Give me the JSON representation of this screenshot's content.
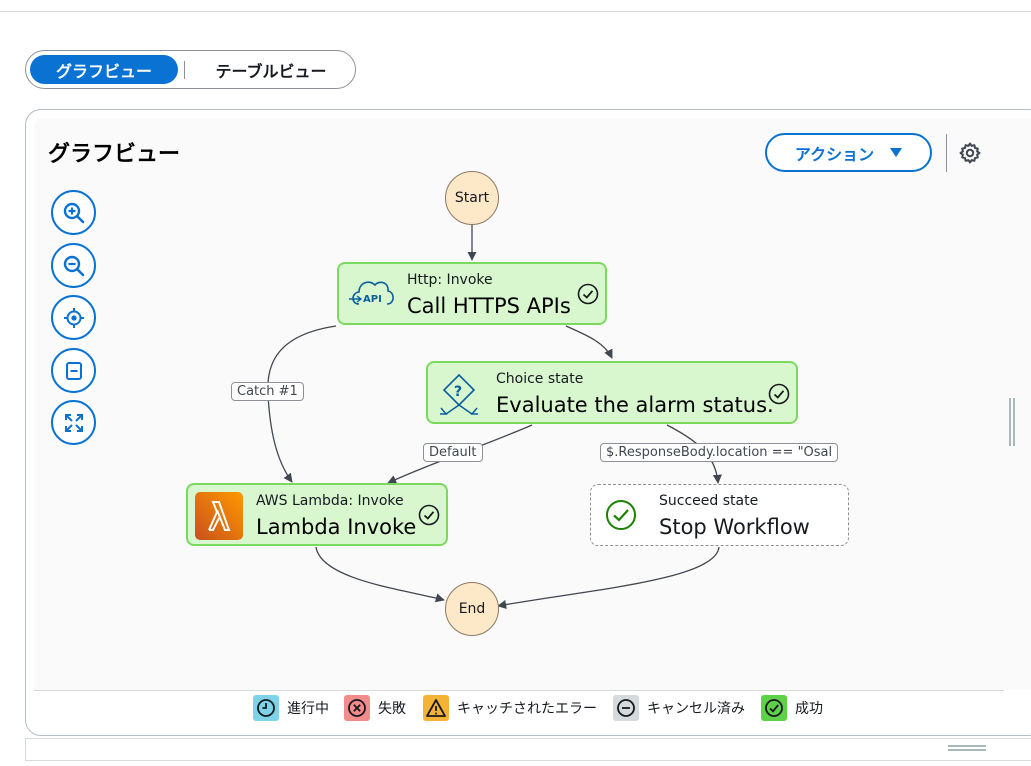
{
  "view_toggle": {
    "graph_label": "グラフビュー",
    "table_label": "テーブルビュー"
  },
  "panel": {
    "title": "グラフビュー",
    "action_label": "アクション"
  },
  "graph": {
    "start": "Start",
    "end": "End",
    "nodes": [
      {
        "kind": "Http: Invoke",
        "name": "Call HTTPS APIs",
        "icon": "api-cloud-icon"
      },
      {
        "kind": "Choice state",
        "name": "Evaluate the alarm status.",
        "icon": "choice-icon"
      },
      {
        "kind": "AWS Lambda: Invoke",
        "name": "Lambda Invoke",
        "icon": "lambda-icon"
      },
      {
        "kind": "Succeed state",
        "name": "Stop Workflow",
        "icon": "succeed-check-icon"
      }
    ],
    "edge_labels": {
      "catch": "Catch #1",
      "default": "Default",
      "condition": "$.ResponseBody.location == \"Osal"
    }
  },
  "legend": [
    {
      "label": "進行中",
      "color": "#7fd3e8",
      "icon": "clock-icon"
    },
    {
      "label": "失敗",
      "color": "#f28b8b",
      "icon": "x-circle-icon"
    },
    {
      "label": "キャッチされたエラー",
      "color": "#f5b335",
      "icon": "warning-icon"
    },
    {
      "label": "キャンセル済み",
      "color": "#d5dbdb",
      "icon": "minus-circle-icon"
    },
    {
      "label": "成功",
      "color": "#5fd04a",
      "icon": "check-circle-icon"
    }
  ],
  "colors": {
    "accent": "#0972d3",
    "node_fill": "#d8f7ce",
    "node_border": "#7bd95f",
    "terminal_fill": "#fde8c8"
  }
}
